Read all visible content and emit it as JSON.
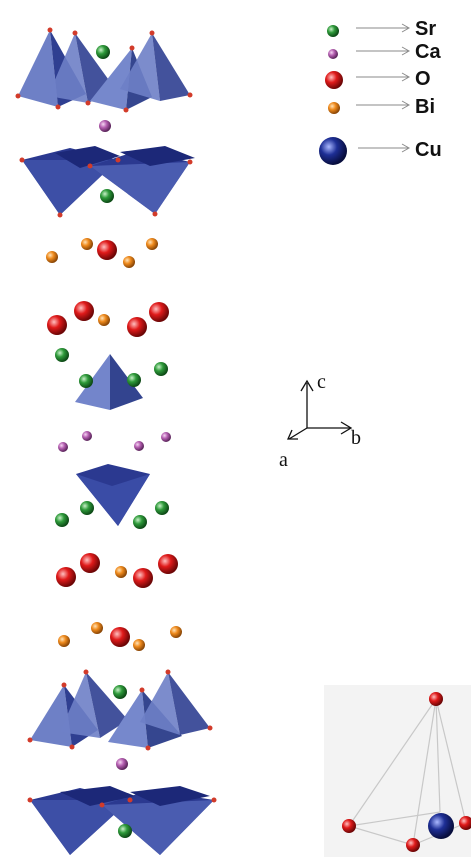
{
  "legend": {
    "items": [
      {
        "label": "Sr",
        "atom": "sr-atom"
      },
      {
        "label": "Ca",
        "atom": "ca-atom"
      },
      {
        "label": "O",
        "atom": "o-atom"
      },
      {
        "label": "Bi",
        "atom": "bi-atom"
      },
      {
        "label": "Cu",
        "atom": "cu-atom"
      }
    ]
  },
  "axes": {
    "c": "c",
    "b": "b",
    "a": "a"
  },
  "colors": {
    "sr": "#2e9a3a",
    "ca": "#b55fb1",
    "o": "#e01a1a",
    "bi": "#ef8a1c",
    "cu": "#1e2f96",
    "polyhedron": "#5a6fb8",
    "polyhedron_dark": "#2a3a8c"
  }
}
